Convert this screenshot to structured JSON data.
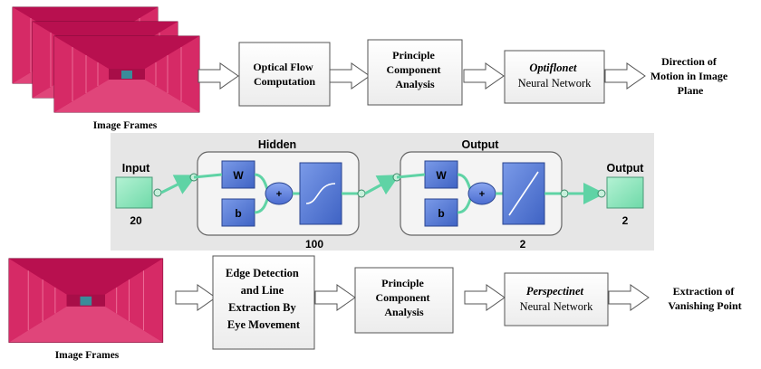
{
  "top_row": {
    "frames_caption": "Image Frames",
    "boxes": [
      {
        "lines": [
          "Optical Flow",
          "Computation"
        ]
      },
      {
        "lines": [
          "Principle",
          "Component",
          "Analysis"
        ]
      },
      {
        "lines_italic": "Optiflonet",
        "lines": [
          "Neural Network"
        ]
      }
    ],
    "output_lines": [
      "Direction of",
      "Motion in Image",
      "Plane"
    ]
  },
  "network": {
    "input_label": "Input",
    "input_size": "20",
    "hidden_title": "Hidden",
    "hidden_size": "100",
    "output_title": "Output",
    "output_size": "2",
    "output_label": "Output",
    "output_count": "2",
    "weight_symbol": "W",
    "bias_symbol": "b",
    "sum_symbol": "+"
  },
  "bottom_row": {
    "frames_caption": "Image Frames",
    "boxes": [
      {
        "lines": [
          "Edge Detection",
          "and Line",
          "Extraction By",
          "Eye Movement"
        ]
      },
      {
        "lines": [
          "Principle",
          "Component",
          "Analysis"
        ]
      },
      {
        "lines_italic": "Perspectinet",
        "lines": [
          "Neural Network"
        ]
      }
    ],
    "output_lines": [
      "Extraction of",
      "Vanishing Point"
    ]
  },
  "colors": {
    "frame_magenta": "#c8145a",
    "frame_light": "#e8487e",
    "net_bg": "#e6e6e6",
    "node_green": "#8ee8c0",
    "conn_green": "#5fd3a5",
    "block_blue": "#5b7fd6"
  }
}
